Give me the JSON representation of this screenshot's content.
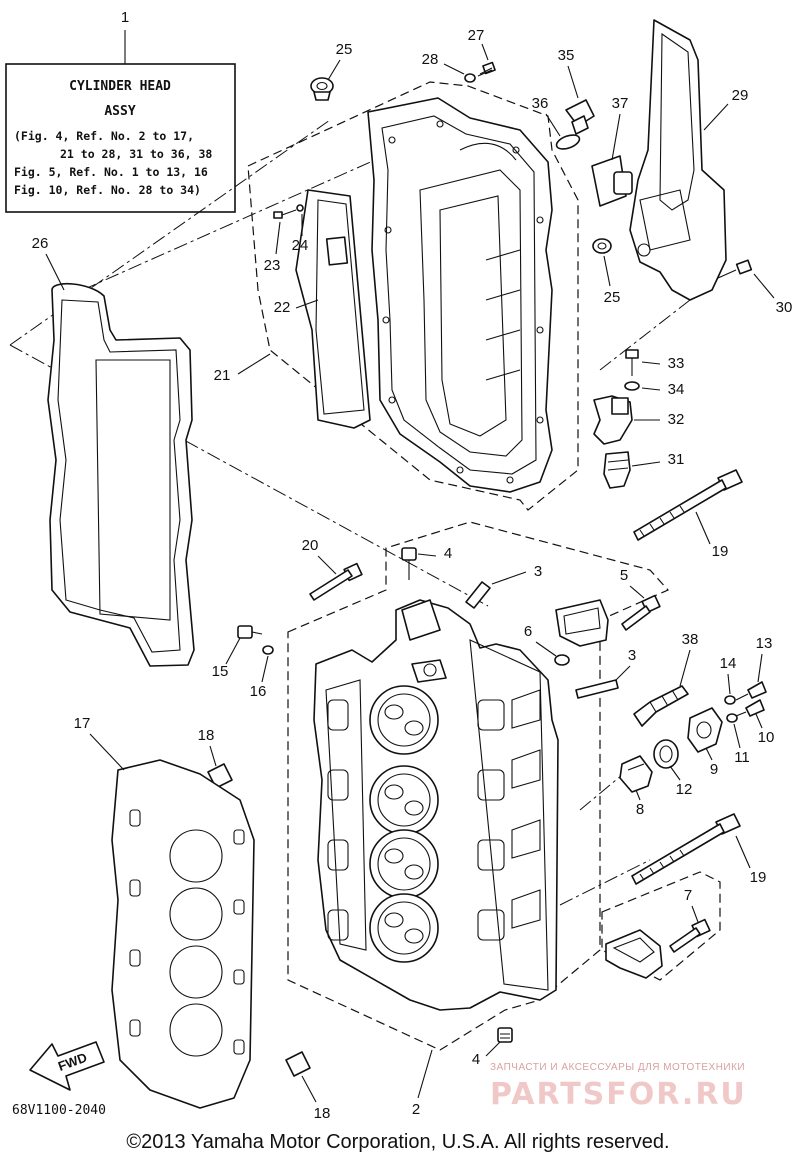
{
  "info_box": {
    "title": "CYLINDER HEAD",
    "subtitle": "ASSY",
    "lines": [
      "(Fig. 4, Ref. No. 2 to 17,",
      "21 to 28, 31 to 36, 38",
      "Fig. 5, Ref. No. 1 to 13, 16",
      "Fig. 10, Ref. No. 28 to 34)"
    ]
  },
  "callouts": {
    "c1": "1",
    "c2": "2",
    "c3a": "3",
    "c3b": "3",
    "c4a": "4",
    "c4b": "4",
    "c5": "5",
    "c6": "6",
    "c7": "7",
    "c8": "8",
    "c9": "9",
    "c10": "10",
    "c11": "11",
    "c12": "12",
    "c13": "13",
    "c14": "14",
    "c15": "15",
    "c16": "16",
    "c17": "17",
    "c18a": "18",
    "c18b": "18",
    "c19a": "19",
    "c19b": "19",
    "c20": "20",
    "c21": "21",
    "c22": "22",
    "c23": "23",
    "c24": "24",
    "c25a": "25",
    "c25b": "25",
    "c26": "26",
    "c27": "27",
    "c28": "28",
    "c29": "29",
    "c30": "30",
    "c31": "31",
    "c32": "32",
    "c33": "33",
    "c34": "34",
    "c35": "35",
    "c36": "36",
    "c37": "37",
    "c38": "38"
  },
  "fwd_label": "FWD",
  "diagram_code": "68V1100-2040",
  "copyright": "©2013 Yamaha Motor Corporation, U.S.A. All rights reserved.",
  "watermark": {
    "tagline": "ЗАПЧАСТИ И АКСЕССУАРЫ ДЛЯ МОТОТЕХНИКИ",
    "brand": "PARTSFOR.RU"
  }
}
